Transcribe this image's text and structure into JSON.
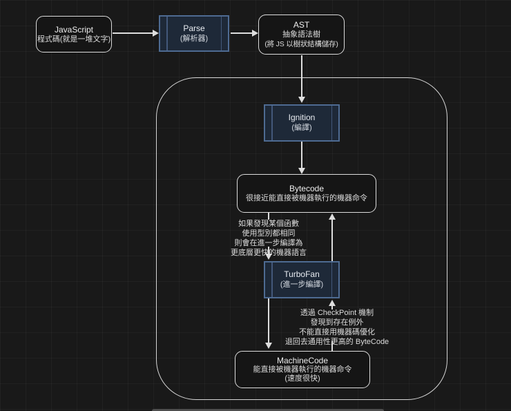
{
  "canvas": {
    "nodes": {
      "javascript": {
        "title": "JavaScript",
        "subtitle": "程式碼(就是一堆文字)"
      },
      "parse": {
        "title": "Parse",
        "subtitle": "(解析器)"
      },
      "ast": {
        "title": "AST",
        "subtitle": "抽象語法樹",
        "note": "(將 JS 以樹狀結構儲存)"
      },
      "ignition": {
        "title": "Ignition",
        "subtitle": "(編譯)"
      },
      "bytecode": {
        "title": "Bytecode",
        "subtitle": "很接近能直接被機器執行的機器命令"
      },
      "turbofan": {
        "title": "TurboFan",
        "subtitle": "(進一步編譯)"
      },
      "machinecode": {
        "title": "MachineCode",
        "subtitle": "能直接被機器執行的機器命令",
        "note": "(速度很快)"
      }
    },
    "annotations": {
      "optimize": {
        "lines": [
          "如果發現某個函數",
          "使用型別都相同",
          "則會在進一步編譯為",
          "更底層更快的機器語言"
        ]
      },
      "deopt": {
        "lines": [
          "透過 CheckPoint 機制",
          "發現到存在例外",
          "不能直接用機器碼優化",
          "退回去通用性更高的 ByteCode"
        ]
      }
    },
    "colors": {
      "background": "#191919",
      "node_border": "#dcdcdc",
      "process_fill": "#1e2938",
      "process_border": "#4e6b92",
      "arrow": "#dedede",
      "text": "#e8e8e8"
    }
  }
}
